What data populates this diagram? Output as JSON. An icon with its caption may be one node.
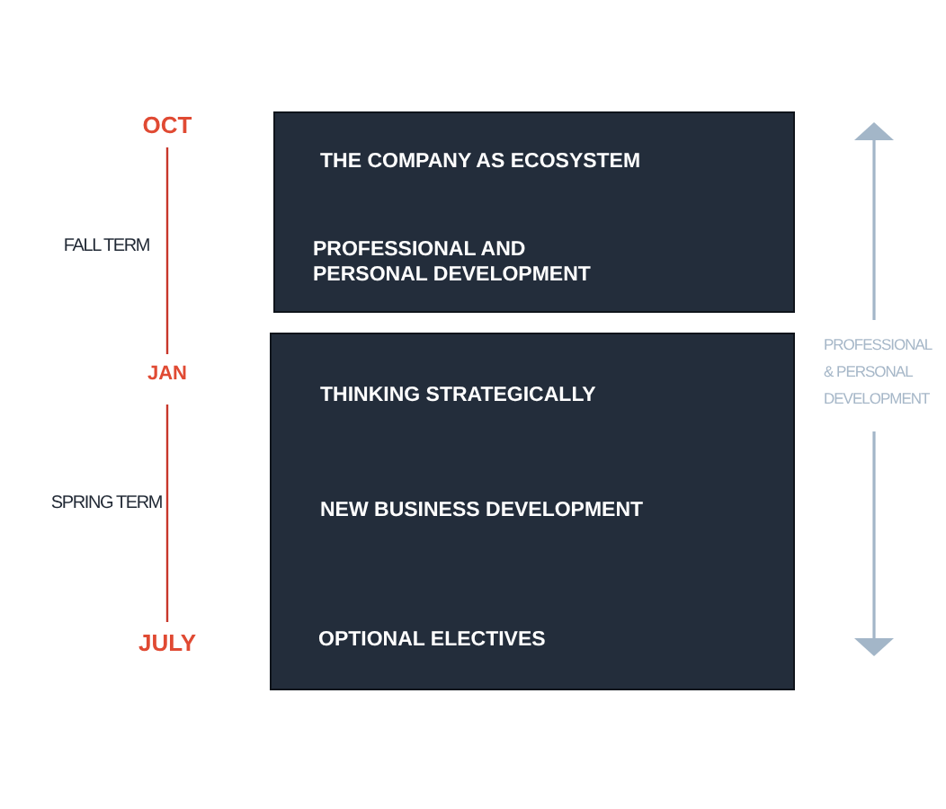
{
  "diagram": {
    "nodes": [
      {
        "text": [
          "THE COMPANY AS ECOSYSTEM",
          "PROFESSIONAL AND PERSONAL DEVELOPMENT"
        ]
      },
      {
        "text": [
          "THINKING STRATEGICALLY",
          "NEW BUSINESS DEVELOPMENT",
          "OPTIONAL ELECTIVES"
        ]
      }
    ],
    "labels": [
      "OCT",
      "FALL TERM",
      "JAN",
      "SPRING TERM",
      "JULY",
      "PROFESSIONAL & PERSONAL DEVELOPMENT"
    ]
  }
}
